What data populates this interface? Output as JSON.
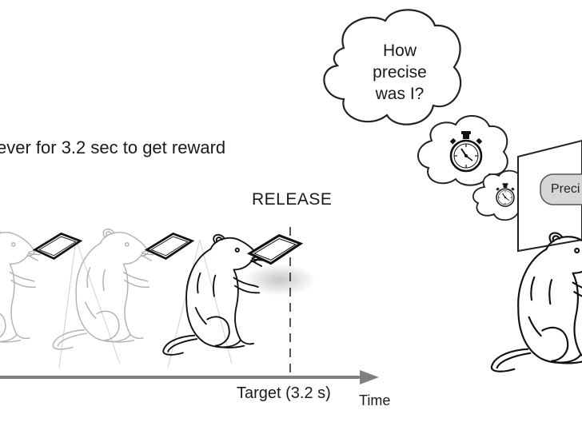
{
  "instruction": "ever for 3.2 sec to get reward",
  "release": "RELEASE",
  "target": "Target (3.2 s)",
  "time": "Time",
  "thought": [
    "How",
    "precise",
    "was I?"
  ],
  "precision_button": "Preci",
  "colors": {
    "line": "#111111",
    "faded": "#aaaaaa",
    "dash": "#555555",
    "arrow": "#808080",
    "pill": "#d6d6d6"
  },
  "icons": [
    "rat",
    "lever",
    "stopwatch",
    "thought-cloud"
  ]
}
